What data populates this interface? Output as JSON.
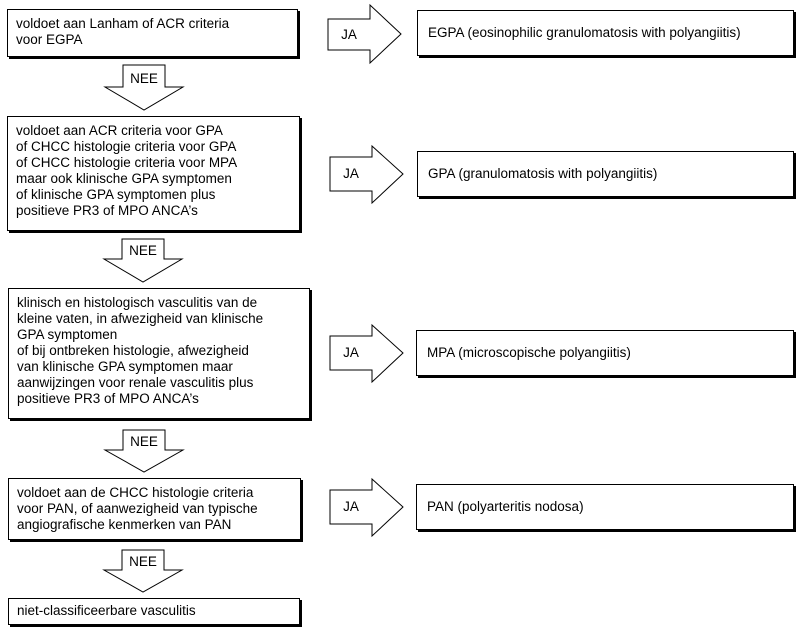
{
  "steps": [
    {
      "lines": [
        "voldoet aan Lanham of ACR criteria",
        "voor EGPA"
      ],
      "yes_label": "JA",
      "outcome": "EGPA (eosinophilic granulomatosis with polyangiitis)",
      "no_label": "NEE"
    },
    {
      "lines": [
        "voldoet aan ACR criteria voor GPA",
        "of CHCC histologie criteria voor GPA",
        "of CHCC histologie criteria voor MPA",
        "maar ook klinische GPA symptomen",
        "of klinische GPA symptomen plus",
        "positieve PR3 of MPO ANCA’s"
      ],
      "yes_label": "JA",
      "outcome": "GPA (granulomatosis with polyangiitis)",
      "no_label": "NEE"
    },
    {
      "lines": [
        "klinisch en histologisch vasculitis van de",
        "kleine vaten, in afwezigheid van klinische",
        "GPA symptomen",
        "of bij ontbreken histologie, afwezigheid",
        "van klinische GPA symptomen maar",
        "aanwijzingen voor renale vasculitis plus",
        "positieve PR3 of MPO ANCA’s"
      ],
      "yes_label": "JA",
      "outcome": "MPA (microscopische polyangiitis)",
      "no_label": "NEE"
    },
    {
      "lines": [
        "voldoet aan de CHCC histologie criteria",
        "voor PAN, of aanwezigheid van typische",
        "angiografische kenmerken van PAN"
      ],
      "yes_label": "JA",
      "outcome": "PAN (polyarteritis nodosa)",
      "no_label": "NEE"
    }
  ],
  "final": "niet-classificeerbare vasculitis"
}
